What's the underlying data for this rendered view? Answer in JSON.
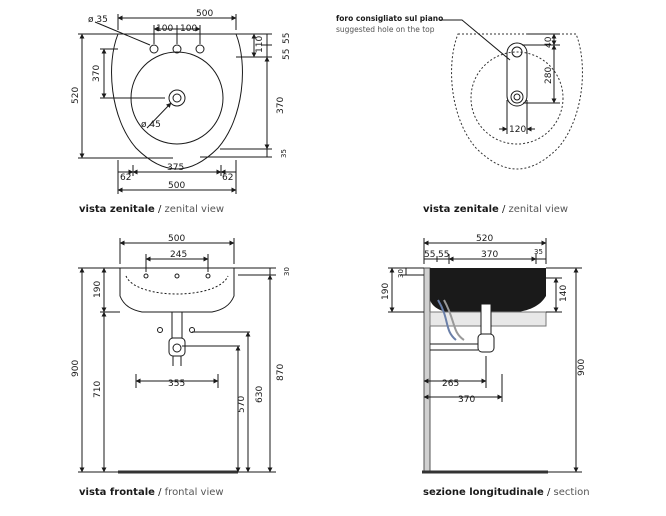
{
  "colors": {
    "line": "#1a1a1a",
    "hidden": "#333333",
    "dim": "#1a1a1a",
    "secondary": "#555555",
    "floor": "#333333"
  },
  "captions": {
    "top_left": {
      "main": "vista zenitale",
      "sep": " / ",
      "alt": "zenital view"
    },
    "top_right": {
      "main": "vista zenitale",
      "sep": " / ",
      "alt": "zenital view"
    },
    "bottom_left": {
      "main": "vista frontale",
      "sep": " / ",
      "alt": "frontal view"
    },
    "bottom_right": {
      "main": "sezione longitudinale",
      "sep": " / ",
      "alt": "section"
    }
  },
  "notes": {
    "hole_it": "foro consigliato sul piano",
    "hole_en": "suggested hole on the top"
  },
  "dims": {
    "tl": {
      "d35": "ø 35",
      "w500": "500",
      "h100a": "100",
      "h100b": "100",
      "v110": "110",
      "v55a": "55",
      "v55b": "55",
      "v370a": "370",
      "v520": "520",
      "d45": "ø 45",
      "v370b": "370",
      "v35": "35",
      "b62a": "62",
      "b375": "375",
      "b62b": "62",
      "b500": "500"
    },
    "tr": {
      "v40": "40",
      "v280": "280",
      "b120": "120"
    },
    "bl": {
      "w500": "500",
      "w245": "245",
      "v30": "30",
      "v190": "190",
      "v900": "900",
      "v710": "710",
      "w355": "355",
      "v630": "630",
      "v870": "870",
      "v570": "570"
    },
    "br": {
      "w520": "520",
      "w55a": "55",
      "w55b": "55",
      "w370a": "370",
      "w35": "35",
      "v190": "190",
      "v30": "30",
      "v140": "140",
      "w265": "265",
      "w370b": "370",
      "v900": "900"
    }
  }
}
